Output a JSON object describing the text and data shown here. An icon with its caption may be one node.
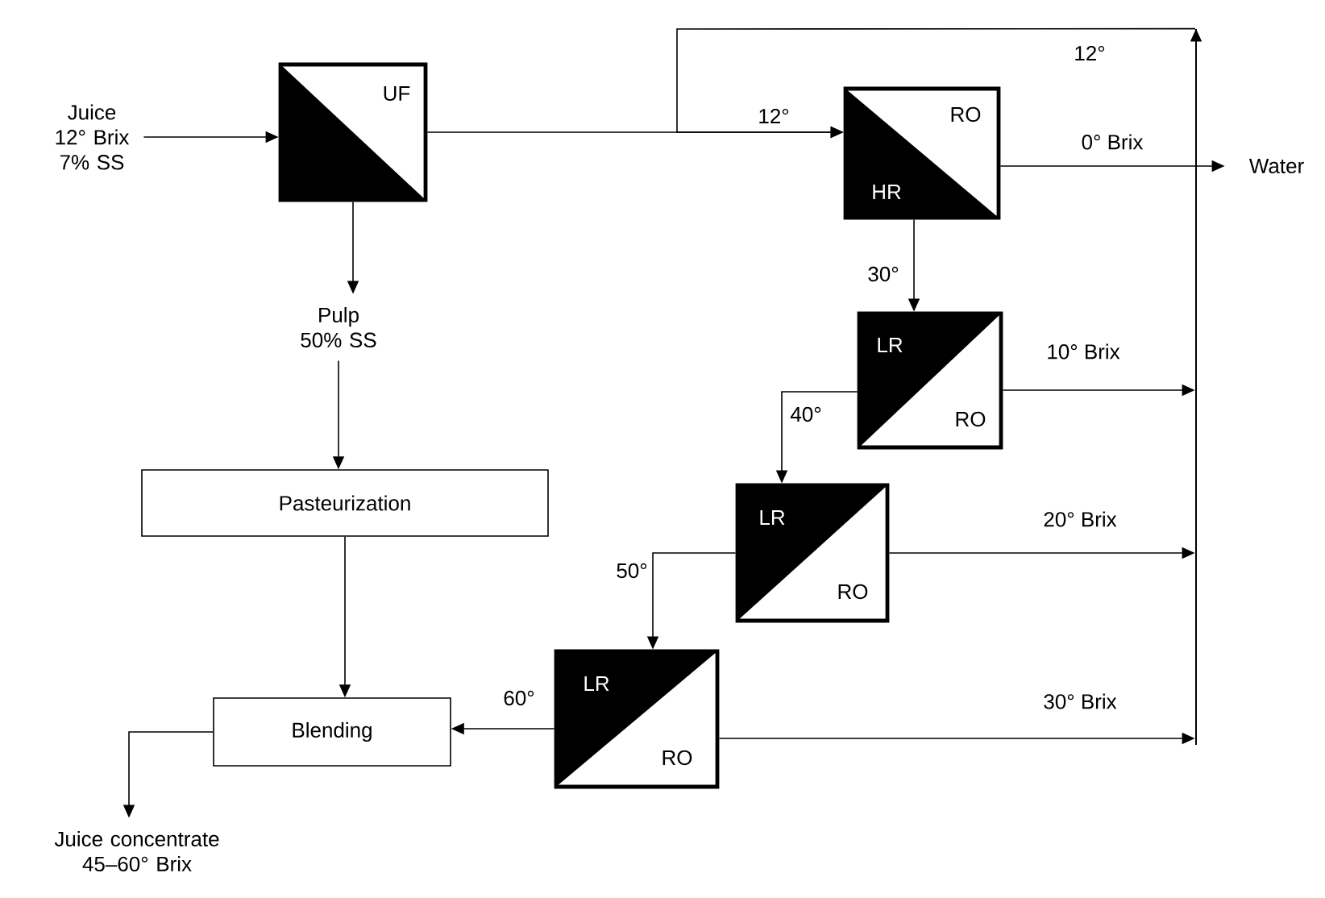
{
  "diagram": {
    "nodes": [
      {
        "text": [
          "Juice 12° Brix 7% SS"
        ]
      },
      {
        "text": [
          "UF"
        ]
      },
      {
        "text": [
          "Pulp 50% SS"
        ]
      },
      {
        "text": [
          "Pasteurization"
        ]
      },
      {
        "text": [
          "Blending"
        ]
      },
      {
        "text": [
          "RO",
          "HR"
        ]
      },
      {
        "text": [
          "Water"
        ]
      },
      {
        "text": [
          "LR",
          "RO"
        ]
      },
      {
        "text": [
          "LR",
          "RO"
        ]
      },
      {
        "text": [
          "LR",
          "RO"
        ]
      },
      {
        "text": [
          "Juice concentrate 45–60° Brix"
        ]
      },
      {
        "text": [],
        "shape": "bar"
      }
    ],
    "edges": [
      {
        "from": 0,
        "to": 1,
        "arrow": "to"
      },
      {
        "from": 1,
        "to": 2,
        "arrow": "to"
      },
      {
        "from": 1,
        "to": 5,
        "arrow": "to",
        "label": "12°"
      },
      {
        "from": 2,
        "to": 3,
        "arrow": "to"
      },
      {
        "from": 3,
        "to": 4,
        "arrow": "to"
      },
      {
        "from": 5,
        "to": 6,
        "arrow": "to",
        "label": "0° Brix"
      },
      {
        "from": 5,
        "to": 7,
        "arrow": "to",
        "label": "30°"
      },
      {
        "from": 7,
        "to": 8,
        "arrow": "to",
        "label": "40°"
      },
      {
        "from": 8,
        "to": 9,
        "arrow": "to",
        "label": "50°"
      },
      {
        "from": 9,
        "to": 4,
        "arrow": "to",
        "label": "60°"
      },
      {
        "from": 4,
        "to": 10,
        "arrow": "to"
      },
      {
        "from": 7,
        "to": 11,
        "arrow": "to",
        "label": "10° Brix"
      },
      {
        "from": 8,
        "to": 11,
        "arrow": "to",
        "label": "20° Brix"
      },
      {
        "from": 9,
        "to": 11,
        "arrow": "to",
        "label": "30° Brix"
      },
      {
        "from": 11,
        "to": 5,
        "arrow": "to",
        "label": "12°"
      }
    ]
  }
}
